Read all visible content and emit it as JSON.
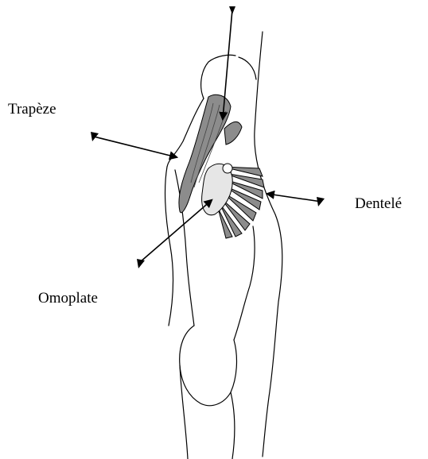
{
  "labels": {
    "trapeze": "Trapèze",
    "dentele": "Dentelé",
    "omoplate": "Omoplate"
  },
  "colors": {
    "outline": "#000000",
    "muscle": "#8c8c8c",
    "muscle_dark": "#6e6e6e",
    "scapula": "#e6e6e6",
    "background": "#ffffff"
  },
  "icons": [
    "arrow-icon"
  ]
}
